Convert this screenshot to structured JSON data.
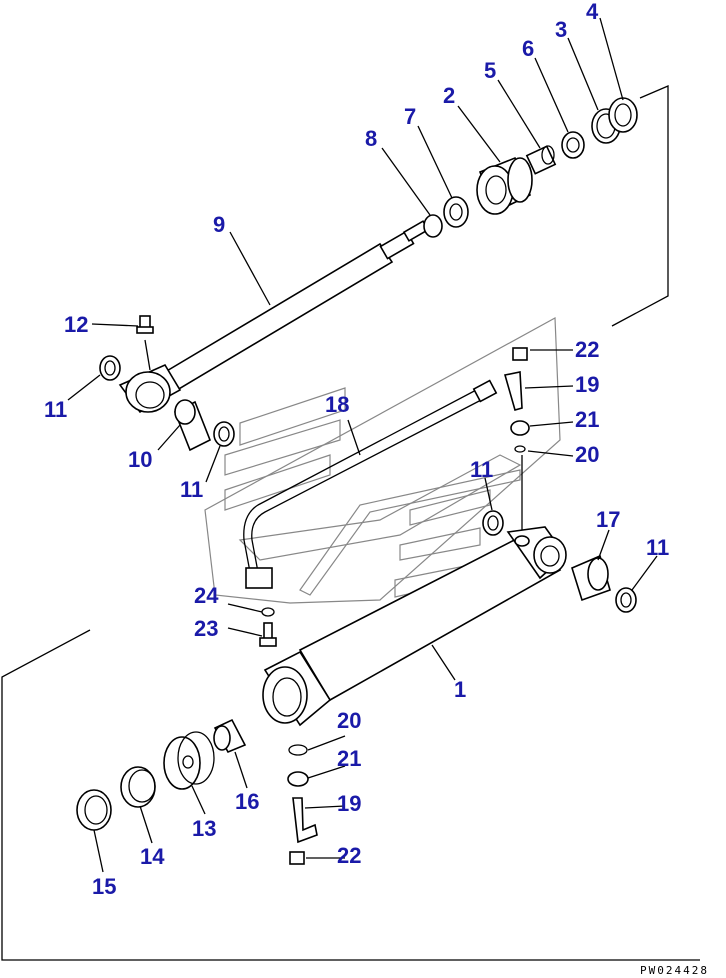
{
  "drawing": {
    "code": "PW024428",
    "callouts": [
      {
        "id": "c4a",
        "text": "4"
      },
      {
        "id": "c3",
        "text": "3"
      },
      {
        "id": "c6",
        "text": "6"
      },
      {
        "id": "c5",
        "text": "5"
      },
      {
        "id": "c2",
        "text": "2"
      },
      {
        "id": "c7",
        "text": "7"
      },
      {
        "id": "c8",
        "text": "8"
      },
      {
        "id": "c9",
        "text": "9"
      },
      {
        "id": "c12",
        "text": "12"
      },
      {
        "id": "c11a",
        "text": "11"
      },
      {
        "id": "c10",
        "text": "10"
      },
      {
        "id": "c11b",
        "text": "11"
      },
      {
        "id": "c18",
        "text": "18"
      },
      {
        "id": "c22a",
        "text": "22"
      },
      {
        "id": "c19a",
        "text": "19"
      },
      {
        "id": "c21a",
        "text": "21"
      },
      {
        "id": "c20a",
        "text": "20"
      },
      {
        "id": "c11c",
        "text": "11"
      },
      {
        "id": "c17",
        "text": "17"
      },
      {
        "id": "c11d",
        "text": "11"
      },
      {
        "id": "c24",
        "text": "24"
      },
      {
        "id": "c23",
        "text": "23"
      },
      {
        "id": "c1",
        "text": "1"
      },
      {
        "id": "c20b",
        "text": "20"
      },
      {
        "id": "c21b",
        "text": "21"
      },
      {
        "id": "c19b",
        "text": "19"
      },
      {
        "id": "c22b",
        "text": "22"
      },
      {
        "id": "c16",
        "text": "16"
      },
      {
        "id": "c13",
        "text": "13"
      },
      {
        "id": "c14",
        "text": "14"
      },
      {
        "id": "c15",
        "text": "15"
      }
    ]
  }
}
